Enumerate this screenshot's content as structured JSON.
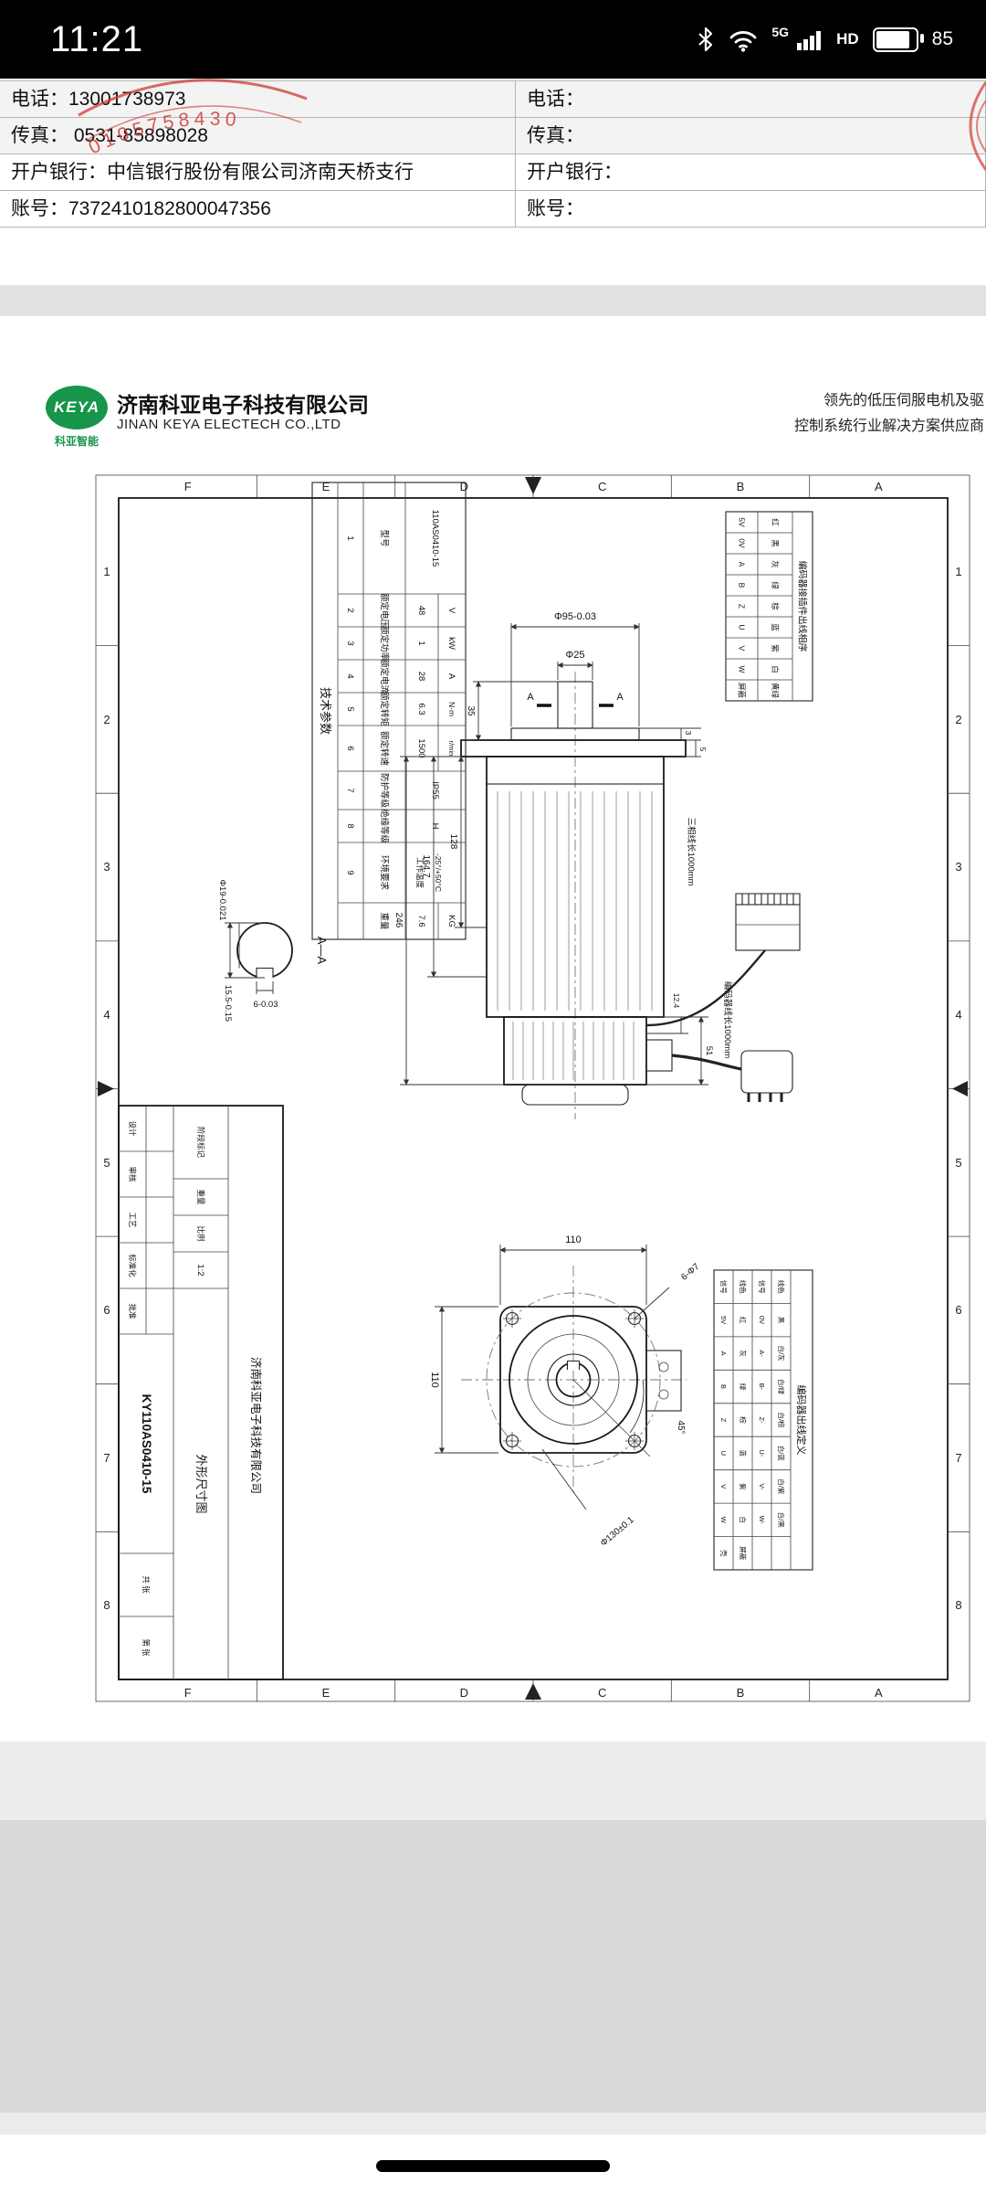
{
  "colors": {
    "accent_green": "#17954a",
    "stamp_red": "#cf3a35",
    "status_bg": "#000000",
    "page_bg": "#ececec"
  },
  "status_bar": {
    "time": "11:21",
    "network": "5G",
    "hd": "HD",
    "battery": "85"
  },
  "contact": {
    "rows": [
      {
        "label": "电话：",
        "value": "13001738973",
        "label_r": "电话："
      },
      {
        "label": "传真：",
        "value": "0531-85898028",
        "label_r": "传真："
      },
      {
        "label": "开户银行：",
        "value": "中信银行股份有限公司济南天桥支行",
        "label_r": "开户银行："
      },
      {
        "label": "账号：",
        "value": "7372410182800047356",
        "label_r": "账号："
      }
    ],
    "stamp": "0105758430"
  },
  "header": {
    "logo": "KEYA",
    "logo_sub": "科亚智能",
    "company_cn": "济南科亚电子科技有限公司",
    "company_en": "JINAN KEYA ELECTECH CO.,LTD",
    "tag1": "领先的低压伺服电机及驱",
    "tag2": "控制系统行业解决方案供应商"
  },
  "d": {
    "zones": {
      "letters": [
        "F",
        "E",
        "D",
        "C",
        "B",
        "A"
      ],
      "numbers": [
        "1",
        "2",
        "3",
        "4",
        "5",
        "6",
        "7",
        "8"
      ]
    },
    "pt": {
      "title": "技术参数",
      "rows": [
        {
          "no": "1",
          "name": "型号",
          "value": "110AS0410-15",
          "unit": ""
        },
        {
          "no": "2",
          "name": "额定电压",
          "value": "48",
          "unit": "V"
        },
        {
          "no": "3",
          "name": "额定功率",
          "value": "1",
          "unit": "kW"
        },
        {
          "no": "4",
          "name": "额定电流",
          "value": "28",
          "unit": "A"
        },
        {
          "no": "5",
          "name": "额定转矩",
          "value": "6.3",
          "unit": "N·m"
        },
        {
          "no": "6",
          "name": "额定转速",
          "value": "1500",
          "unit": "r/min"
        },
        {
          "no": "7",
          "name": "防护等级",
          "value": "IP55",
          "unit": ""
        },
        {
          "no": "8",
          "name": "绝缘等级",
          "value": "H",
          "unit": ""
        },
        {
          "no": "9",
          "name": "环境要求",
          "value": "工作温度",
          "value2": "-25°/+50°C",
          "unit": ""
        },
        {
          "no": "",
          "name": "重量",
          "value": "7.6",
          "unit": "KG"
        }
      ]
    },
    "dims": {
      "d95": "Φ95-0.03",
      "d25": "Φ25",
      "l35": "35",
      "t3": "3",
      "t5": "5",
      "l128": "128",
      "l164": "164.7",
      "l246": "246",
      "l51": "51",
      "l124": "12.4",
      "w110t": "110",
      "w110l": "110",
      "d130": "Φ130±0.1",
      "a45": "45°",
      "holes": "6-Φ7",
      "d19": "Φ19-0.021",
      "k155": "15.5-0.15",
      "k6": "6-0.03",
      "sec": "A—A",
      "secmark": "A",
      "cable1": "三相线长1000mm",
      "cable2": "编码器线长1000mm"
    },
    "enc1": {
      "caption": "编码器接插件出线相序",
      "rows": [
        [
          "5V",
          "红"
        ],
        [
          "0V",
          "黑"
        ],
        [
          "A",
          "灰"
        ],
        [
          "B",
          "绿"
        ],
        [
          "Z",
          "棕"
        ],
        [
          "U",
          "蓝"
        ],
        [
          "V",
          "紫"
        ],
        [
          "W",
          "白"
        ],
        [
          "屏蔽",
          "黄绿"
        ]
      ]
    },
    "enc2": {
      "caption": "编码器出线定义",
      "sig1": [
        "信号",
        "5V",
        "A",
        "B",
        "Z",
        "U",
        "V",
        "W",
        "壳"
      ],
      "col1": [
        "线色",
        "红",
        "灰",
        "绿",
        "棕",
        "蓝",
        "紫",
        "白",
        "屏蔽"
      ],
      "sig2": [
        "信号",
        "0V",
        "A-",
        "B-",
        "Z-",
        "U-",
        "V-",
        "W-",
        ""
      ],
      "col2": [
        "线色",
        "黑",
        "白/灰",
        "白/绿",
        "白/棕",
        "白/蓝",
        "白/紫",
        "白/黑",
        ""
      ]
    },
    "tb": {
      "part": "KY110AS0410-15",
      "company": "济南科亚电子科技有限公司",
      "title": "外形尺寸图",
      "scale": "1:2",
      "labels": [
        "设计",
        "审核",
        "工艺",
        "标准化",
        "批准"
      ],
      "stage": "阶段标记",
      "weight": "重量",
      "ratio": "比例",
      "sheet1": "共 张",
      "sheet2": "第 张"
    }
  }
}
